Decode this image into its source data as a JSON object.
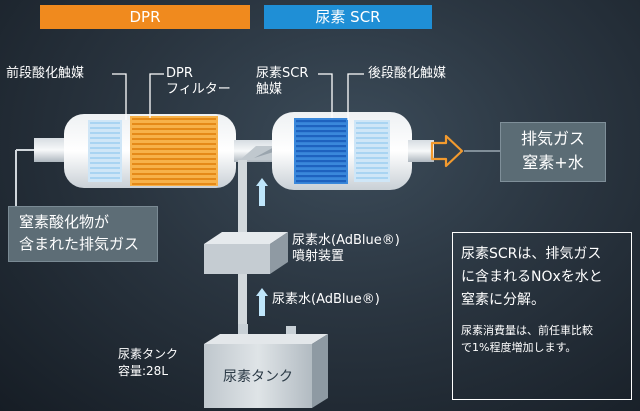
{
  "banners": {
    "dpr": "DPR",
    "scr": "尿素 SCR"
  },
  "labels": {
    "pre_oxidation": "前段酸化触媒",
    "dpr_filter_line1": "DPR",
    "dpr_filter_line2": "フィルター",
    "scr_catalyst_line1": "尿素SCR",
    "scr_catalyst_line2": "触媒",
    "post_oxidation": "後段酸化触媒",
    "injector_line1": "尿素水(AdBlue®)",
    "injector_line2": "噴射装置",
    "urea_flow": "尿素水(AdBlue®)",
    "tank_spec_line1": "尿素タンク",
    "tank_spec_line2": "容量:28L",
    "tank": "尿素タンク"
  },
  "input_box": {
    "line1": "窒素酸化物が",
    "line2": "含まれた排気ガス"
  },
  "output_box": {
    "line1": "排気ガス",
    "line2": "窒素+水"
  },
  "info_box": {
    "line1": "尿素SCRは、排気ガス",
    "line2": "に含まれるNOxを水と",
    "line3": "窒素に分解。",
    "note1": "尿素消費量は、前任車比較",
    "note2": "で1%程度増加します。"
  },
  "colors": {
    "dpr_orange": "#f08a1e",
    "scr_blue": "#1f8fd6",
    "filter_orange": "#f5a93e",
    "scr_catalyst_blue": "#2b7fd8",
    "oxidation_light_blue": "#a9d4f2"
  },
  "icons": [
    "arrow-right-outline-icon",
    "arrow-up-icon"
  ]
}
